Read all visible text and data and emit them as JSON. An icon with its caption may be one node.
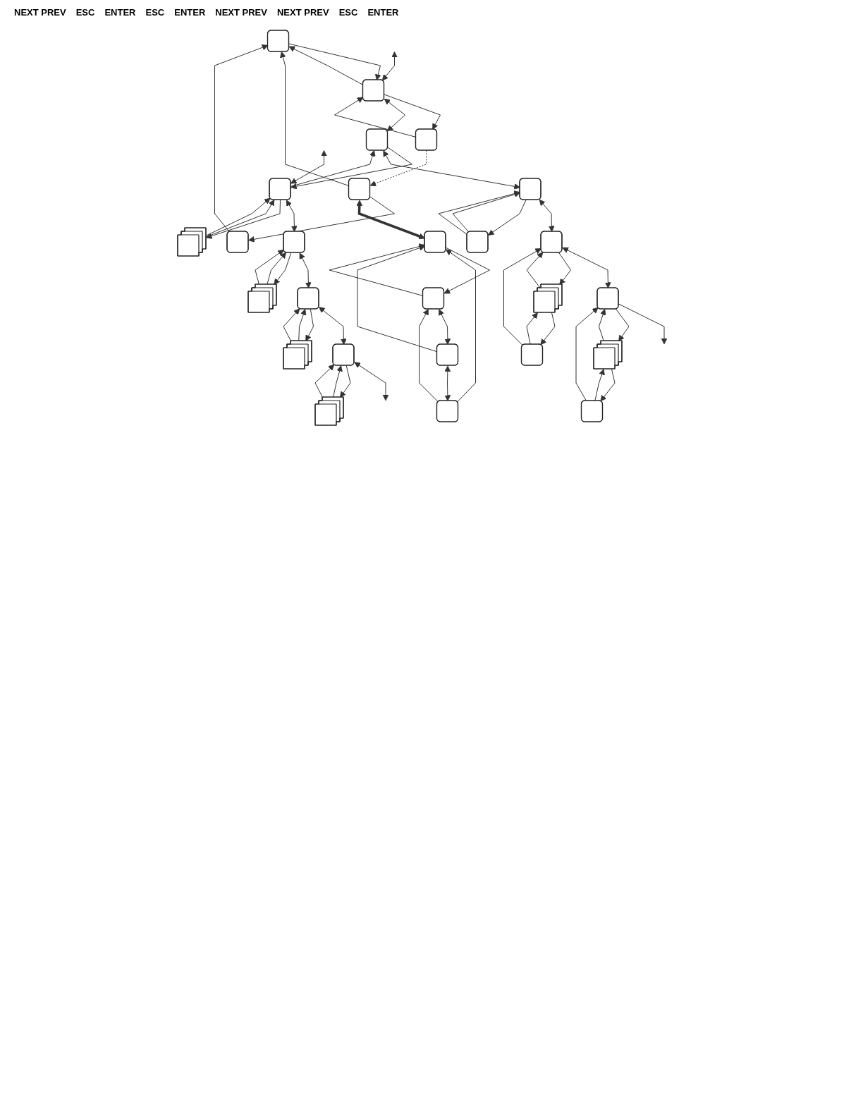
{
  "diagram": {
    "nodes": [
      {
        "text": [],
        "shape": "box"
      },
      {
        "text": [],
        "shape": "box"
      },
      {
        "text": [],
        "shape": "box"
      },
      {
        "text": [],
        "shape": "box"
      },
      {
        "text": [],
        "shape": "box"
      },
      {
        "text": [],
        "shape": "box"
      },
      {
        "text": [],
        "shape": "box"
      },
      {
        "text": [],
        "shape": "box"
      },
      {
        "text": [],
        "shape": "box"
      },
      {
        "text": [],
        "shape": "box"
      },
      {
        "text": [],
        "shape": "box"
      },
      {
        "text": [],
        "shape": "box"
      },
      {
        "text": [],
        "shape": "box"
      },
      {
        "text": [],
        "shape": "box"
      },
      {
        "text": [],
        "shape": "box"
      },
      {
        "text": [],
        "shape": "box"
      },
      {
        "text": [],
        "shape": "box"
      },
      {
        "text": [],
        "shape": "box"
      },
      {
        "text": [],
        "shape": "box"
      },
      {
        "text": [],
        "shape": "box"
      },
      {
        "text": [],
        "shape": "box"
      },
      {
        "text": [],
        "shape": "box"
      },
      {
        "text": [],
        "shape": "box"
      },
      {
        "text": [],
        "shape": "box"
      },
      {
        "text": [],
        "shape": "box"
      },
      {
        "text": [],
        "shape": "box"
      }
    ],
    "edges": [
      {
        "from": 0,
        "to": 1,
        "arrow": "to"
      },
      {
        "from": 1,
        "to": 0,
        "arrow": "to"
      },
      {
        "from": 1,
        "to": 2,
        "arrow": "to"
      },
      {
        "from": 2,
        "to": 1,
        "arrow": "to"
      },
      {
        "from": 2,
        "to": 3,
        "arrow": "to",
        "style": "dashed"
      },
      {
        "from": 3,
        "to": 0,
        "arrow": "to"
      },
      {
        "from": 4,
        "to": 0,
        "arrow": "to"
      },
      {
        "from": 3,
        "to": 4,
        "arrow": "to"
      },
      {
        "from": null,
        "to": 1,
        "arrow": "both"
      },
      {
        "from": 1,
        "to": 9,
        "arrow": "both"
      },
      {
        "from": 3,
        "to": 5,
        "arrow": "both",
        "style": "thick"
      },
      {
        "from": 5,
        "to": 6,
        "arrow": "to"
      },
      {
        "from": 6,
        "to": 7,
        "arrow": "both"
      },
      {
        "from": 7,
        "to": 8,
        "arrow": "both"
      },
      {
        "from": 6,
        "to": 5,
        "arrow": "to"
      },
      {
        "from": 7,
        "to": 5,
        "arrow": "to"
      },
      {
        "from": 8,
        "to": 5,
        "arrow": "to"
      },
      {
        "from": 8,
        "to": 6,
        "arrow": "to"
      },
      {
        "from": null,
        "to": 10,
        "arrow": "both"
      },
      {
        "from": 9,
        "to": 10,
        "arrow": "to"
      },
      {
        "from": 10,
        "to": 9,
        "arrow": "to"
      },
      {
        "from": 10,
        "to": 12,
        "arrow": "both"
      },
      {
        "from": 12,
        "to": 14,
        "arrow": "both"
      },
      {
        "from": 14,
        "to": 16,
        "arrow": "both"
      },
      {
        "from": 16,
        "to": null,
        "arrow": "both"
      },
      {
        "from": 10,
        "to": 11,
        "arrow": "to"
      },
      {
        "from": 11,
        "to": 10,
        "arrow": "to"
      },
      {
        "from": 11,
        "to": 10,
        "arrow": "to"
      },
      {
        "from": 12,
        "to": 13,
        "arrow": "to"
      },
      {
        "from": 13,
        "to": 12,
        "arrow": "to"
      },
      {
        "from": 13,
        "to": 12,
        "arrow": "to"
      },
      {
        "from": 14,
        "to": 15,
        "arrow": "to"
      },
      {
        "from": 15,
        "to": 14,
        "arrow": "to"
      },
      {
        "from": 15,
        "to": 14,
        "arrow": "to"
      },
      {
        "from": 16,
        "to": 17,
        "arrow": "to"
      },
      {
        "from": 17,
        "to": 16,
        "arrow": "to"
      },
      {
        "from": 17,
        "to": 16,
        "arrow": "to"
      },
      {
        "from": 9,
        "to": 18,
        "arrow": "both"
      },
      {
        "from": 18,
        "to": 20,
        "arrow": "both"
      },
      {
        "from": 20,
        "to": 23,
        "arrow": "both"
      },
      {
        "from": 23,
        "to": null,
        "arrow": "to"
      },
      {
        "from": 18,
        "to": 19,
        "arrow": "to"
      },
      {
        "from": 19,
        "to": 18,
        "arrow": "to"
      },
      {
        "from": 19,
        "to": 18,
        "arrow": "to"
      },
      {
        "from": 20,
        "to": 21,
        "arrow": "to"
      },
      {
        "from": 21,
        "to": 20,
        "arrow": "to"
      },
      {
        "from": 21,
        "to": 22,
        "arrow": "to"
      },
      {
        "from": 22,
        "to": 21,
        "arrow": "to"
      },
      {
        "from": 22,
        "to": 20,
        "arrow": "to"
      },
      {
        "from": 23,
        "to": 24,
        "arrow": "to"
      },
      {
        "from": 24,
        "to": 23,
        "arrow": "to"
      },
      {
        "from": 24,
        "to": 25,
        "arrow": "to"
      },
      {
        "from": 25,
        "to": 24,
        "arrow": "to"
      },
      {
        "from": 25,
        "to": 23,
        "arrow": "to"
      }
    ],
    "labels": [
      "NEXT PREV",
      "ESC",
      "ENTER",
      "ESC",
      "ENTER",
      "NEXT PREV",
      "NEXT PREV",
      "ESC",
      "ENTER"
    ]
  }
}
